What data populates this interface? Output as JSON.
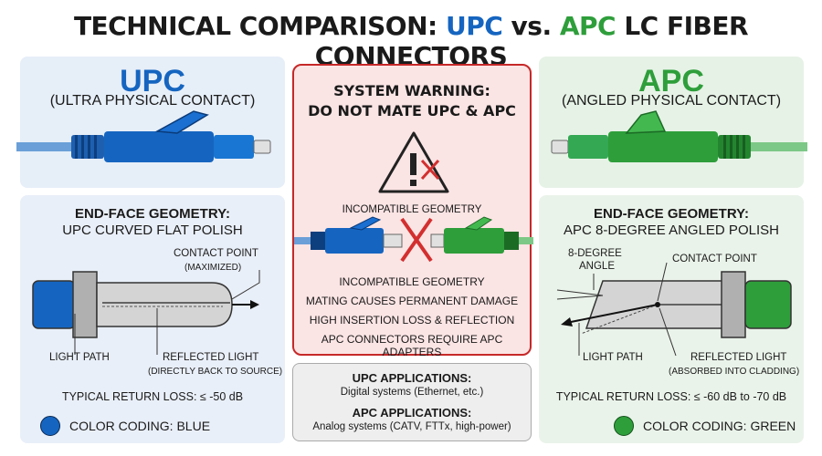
{
  "title": {
    "prefix": "TECHNICAL COMPARISON: ",
    "upc": "UPC",
    "mid": " vs. ",
    "apc": "APC",
    "suffix": " LC FIBER CONNECTORS"
  },
  "upc": {
    "name": "UPC",
    "subtitle": "(ULTRA PHYSICAL CONTACT)",
    "endface_title": "END-FACE GEOMETRY:",
    "endface_desc": "UPC CURVED FLAT POLISH",
    "contact_point": "CONTACT POINT",
    "contact_note": "(MAXIMIZED)",
    "light_path": "LIGHT PATH",
    "reflected": "REFLECTED LIGHT",
    "reflected_note": "(DIRECTLY BACK TO SOURCE)",
    "return_loss": "TYPICAL RETURN LOSS: ≤ -50 dB",
    "color_coding": "COLOR CODING: BLUE"
  },
  "apc": {
    "name": "APC",
    "subtitle": "(ANGLED PHYSICAL CONTACT)",
    "endface_title": "END-FACE GEOMETRY:",
    "endface_desc": "APC 8-DEGREE ANGLED POLISH",
    "angle_label_1": "8-DEGREE",
    "angle_label_2": "ANGLE",
    "contact_point": "CONTACT POINT",
    "light_path": "LIGHT PATH",
    "reflected": "REFLECTED LIGHT",
    "reflected_note": "(ABSORBED INTO CLADDING)",
    "return_loss": "TYPICAL RETURN LOSS: ≤ -60 dB to -70 dB",
    "color_coding": "COLOR CODING: GREEN"
  },
  "warning": {
    "title_1": "SYSTEM WARNING:",
    "title_2": "DO NOT MATE UPC & APC",
    "caption": "INCOMPATIBLE GEOMETRY",
    "lines": [
      "INCOMPATIBLE GEOMETRY",
      "MATING CAUSES PERMANENT DAMAGE",
      "HIGH INSERTION LOSS & REFLECTION",
      "APC CONNECTORS REQUIRE APC ADAPTERS"
    ]
  },
  "applications": {
    "upc_head": "UPC APPLICATIONS:",
    "upc_text": "Digital systems (Ethernet, etc.)",
    "apc_head": "APC APPLICATIONS:",
    "apc_text": "Analog systems (CATV, FTTx, high-power)"
  },
  "colors": {
    "upc_blue": "#1565c0",
    "apc_green": "#2e9e3b",
    "warning_red": "#c62828"
  }
}
